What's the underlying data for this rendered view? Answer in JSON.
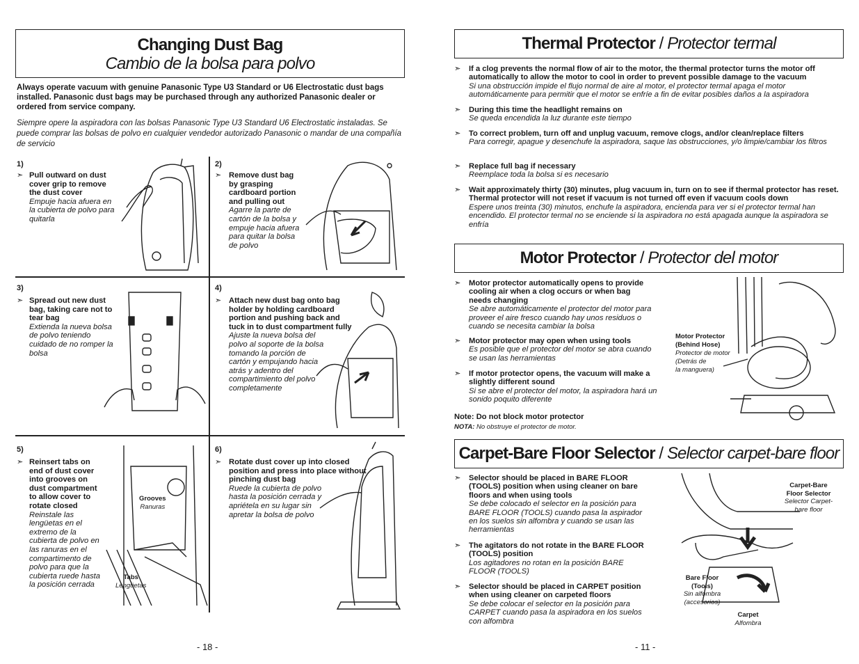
{
  "left_page": {
    "title_en": "Changing Dust Bag",
    "title_es": "Cambio de la bolsa para polvo",
    "intro_en": "Always operate vacuum with genuine Panasonic Type U3 Standard or U6 Electrostatic dust bags installed. Panasonic dust bags may be purchased through any authorized Panasonic dealer or ordered from service company.",
    "intro_es": "Siempre opere la aspiradora con las bolsas Panasonic Type U3 Standard U6 Electrostatic instaladas. Se puede comprar las bolsas de polvo en cualquier vendedor autorizado Panasonic o mandar de una compañía de servicio",
    "steps": [
      {
        "num": "1)",
        "en": "Pull outward on dust cover grip to remove the dust cover",
        "es": "Empuje hacia afuera en la cubierta de polvo para quitarla"
      },
      {
        "num": "2)",
        "en": "Remove dust bag by grasping cardboard portion and pulling out",
        "es": "Agarre la parte de cartón de la bolsa y empuje hacia afuera para quitar la bolsa de polvo"
      },
      {
        "num": "3)",
        "en": "Spread out new dust bag, taking care not to tear bag",
        "es": "Extienda la nueva bolsa de polvo teniendo cuidado de no romper la bolsa"
      },
      {
        "num": "4)",
        "en": "Attach new dust bag onto bag holder by holding cardboard portion and pushing back and tuck in to dust compartment fully",
        "es": "Ajuste la nueva bolsa del polvo al soporte de la bolsa tomando la porción de cartón y empujando hacia atrás y adentro del compartimiento del polvo completamente"
      },
      {
        "num": "5)",
        "en": "Reinsert tabs on end of dust cover into grooves on dust compartment to allow cover to rotate closed",
        "es": "Reinstale las lengüetas en el extremo de la cubierta de polvo en las ranuras en el compartimento de polvo para que la cubierta ruede hasta la posición cerrada"
      },
      {
        "num": "6)",
        "en": "Rotate dust cover up into closed position and press into place without pinching dust bag",
        "es": "Ruede la cubierta de polvo hasta la posición cerrada y apriétela en su lugar sin apretar la bolsa de polvo"
      }
    ],
    "labels": {
      "grooves_en": "Grooves",
      "grooves_es": "Ranuras",
      "tabs_en": "Tabs",
      "tabs_es": "Lengüetas"
    },
    "page_number": "- 18 -"
  },
  "right_page": {
    "thermal": {
      "title_en": "Thermal Protector",
      "sep": " / ",
      "title_es": "Protector termal",
      "bullets": [
        {
          "en": "If a clog prevents the normal flow of air to the motor, the thermal protector turns the motor off automatically to allow the motor to cool in order to prevent possible damage to the vacuum",
          "es": "Si una obstrucción impide el flujo normal de aire al motor, el protector termal apaga el motor automáticamente para permitir que el motor se enfríe a fin de evitar posibles daños a la aspiradora"
        },
        {
          "en": "During this time the headlight remains on",
          "es": "Se queda encendida la luz durante este tiempo"
        },
        {
          "en": "To correct problem, turn off and unplug vacuum, remove clogs, and/or clean/replace filters",
          "es": "Para corregir, apague y desenchufe la aspiradora, saque las obstrucciones, y/o limpie/cambiar los filtros"
        },
        {
          "en": "Replace full bag if necessary",
          "es": "Reemplace toda la bolsa si es necesario"
        },
        {
          "en": "Wait approximately thirty (30) minutes, plug vacuum in, turn on to see if thermal protector has reset. Thermal protector will not reset if vacuum is not turned off even if vacuum cools down",
          "es": "Espere unos treinta (30) minutos, enchufe la aspiradora, encienda para ver si el protector termal han encendido. El protector termal no se enciende si la aspiradora no está apagada aunque la aspiradora se enfría"
        }
      ]
    },
    "motor": {
      "title_en": "Motor Protector",
      "sep": " / ",
      "title_es": "Protector del motor",
      "bullets": [
        {
          "en": "Motor protector automatically opens to provide cooling air when a clog occurs or when bag needs changing",
          "es": "Se abre automáticamente el protector del motor para proveer el aire fresco cuando hay unos residuos o cuando se necesita cambiar la bolsa"
        },
        {
          "en": "Motor protector may open when using tools",
          "es": "Es posible que el protector del motor se abra cuando se usan las herramientas"
        },
        {
          "en": "If motor protector opens, the vacuum will make a slightly different sound",
          "es": "Si se abre el protector del motor, la aspiradora hará un sonido poquito diferente"
        }
      ],
      "note_en": "Note: Do not block motor protector",
      "note_es_label": "NOTA:",
      "note_es": " No obstruye el protector de motor.",
      "figure_label_en_1": "Motor Protector",
      "figure_label_en_2": "(Behind Hose)",
      "figure_label_es_1": "Protector de motor",
      "figure_label_es_2": "(Detrás de",
      "figure_label_es_3": "la manguera)"
    },
    "carpet": {
      "title_en": "Carpet-Bare Floor Selector",
      "sep": " / ",
      "title_es": "Selector carpet-bare floor",
      "bullets": [
        {
          "en": "Selector should be placed in BARE FLOOR (TOOLS) position when using cleaner on bare floors and when using tools",
          "es": "Se debe colocado el selector en la posición para BARE FLOOR (TOOLS) cuando pasa la aspirador en los suelos sin alfombra y cuando se usan las herramientas"
        },
        {
          "en": "The agitators do not rotate in the BARE FLOOR (TOOLS) position",
          "es": "Los agitadores no rotan en la posición BARE FLOOR (TOOLS)"
        },
        {
          "en": "Selector should be placed in CARPET position when using cleaner on carpeted floors",
          "es": "Se debe colocar el selector en la posición para CARPET cuando pasa la aspiradora en los suelos con alfombra"
        }
      ],
      "labels": {
        "selector_en_1": "Carpet-Bare",
        "selector_en_2": "Floor Selector",
        "selector_es_1": "Selector Carpet-",
        "selector_es_2": "bare floor",
        "bare_en_1": "Bare Floor",
        "bare_en_2": "(Tools)",
        "bare_es_1": "Sin alfombra",
        "bare_es_2": "(accesorios)",
        "carpet_en": "Carpet",
        "carpet_es": "Alfombra"
      }
    },
    "page_number": "- 11 -"
  },
  "icons": {
    "bullet": "arrowhead-bullet-icon"
  }
}
